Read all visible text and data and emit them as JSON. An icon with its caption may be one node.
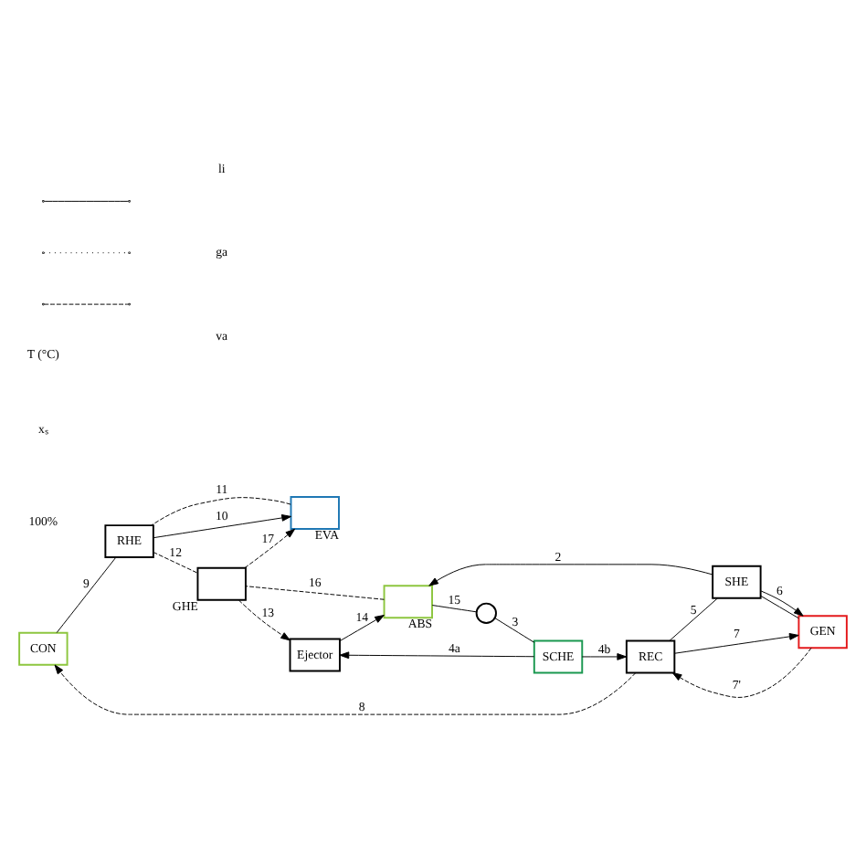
{
  "diagram": {
    "nodes": [
      {
        "text": [
          "CON"
        ]
      },
      {
        "text": [
          "REC"
        ]
      },
      {
        "text": [
          "GEN"
        ]
      },
      {
        "text": [
          "SHE"
        ]
      },
      {
        "text": [
          "SCHE"
        ]
      },
      {
        "text": [
          "RHE"
        ]
      },
      {
        "text": [],
        "shape": "box",
        "beside": [
          "EVA"
        ]
      },
      {
        "text": [],
        "shape": "box",
        "beside": [
          "GHE"
        ]
      },
      {
        "text": [
          "Ejector"
        ]
      },
      {
        "text": [],
        "shape": "box",
        "beside": [
          "ABS"
        ]
      },
      {
        "text": [],
        "shape": "circle"
      }
    ],
    "edges": [
      {
        "from": 1,
        "to": 0,
        "arrow": "to",
        "label": "8",
        "style": "dashed"
      },
      {
        "from": 2,
        "to": 1,
        "arrow": "to",
        "label": "7'",
        "style": "dashed"
      },
      {
        "from": 1,
        "to": 2,
        "arrow": "to",
        "label": "7"
      },
      {
        "from": 4,
        "to": 1,
        "arrow": "to",
        "label": "4b"
      },
      {
        "from": 4,
        "to": 8,
        "arrow": "to",
        "label": "4a"
      },
      {
        "from": 1,
        "to": 3,
        "arrow": "none",
        "label": "5"
      },
      {
        "from": 3,
        "to": 2,
        "arrow": "to",
        "label": "6"
      },
      {
        "from": 2,
        "to": 3,
        "arrow": "none"
      },
      {
        "from": 3,
        "to": 9,
        "arrow": "to",
        "label": "2"
      },
      {
        "from": 0,
        "to": 5,
        "arrow": "none",
        "label": "9"
      },
      {
        "from": 5,
        "to": 6,
        "arrow": "to",
        "label": "10"
      },
      {
        "from": 6,
        "to": 5,
        "arrow": "none",
        "label": "11",
        "style": "dashed"
      },
      {
        "from": 5,
        "to": 7,
        "arrow": "none",
        "label": "12",
        "style": "dashed"
      },
      {
        "from": 7,
        "to": 8,
        "arrow": "to",
        "label": "13",
        "style": "dashed"
      },
      {
        "from": 8,
        "to": 9,
        "arrow": "to",
        "label": "14"
      },
      {
        "from": 9,
        "to": 10,
        "arrow": "none",
        "label": "15"
      },
      {
        "from": 10,
        "to": 4,
        "arrow": "none",
        "label": "3"
      },
      {
        "from": 9,
        "to": 7,
        "arrow": "none",
        "label": "16",
        "style": "dashed"
      },
      {
        "from": 7,
        "to": 6,
        "arrow": "to",
        "label": "17",
        "style": "dashed"
      }
    ],
    "labels": [
      "100%",
      "xₛ",
      "T (°C)"
    ],
    "legend": [
      {
        "text": "li"
      },
      {
        "text": "ga"
      },
      {
        "text": "va"
      }
    ]
  }
}
